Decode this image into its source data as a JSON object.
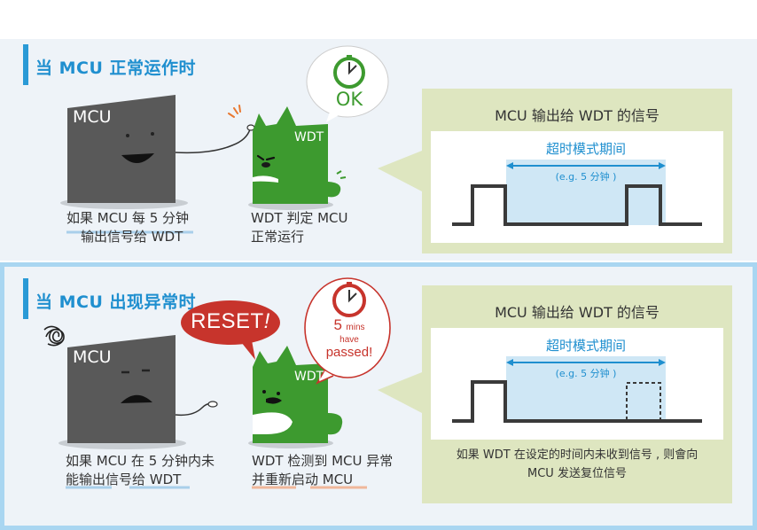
{
  "normal": {
    "title": "当 MCU 正常运作时",
    "mcu_label": "MCU",
    "wdt_label": "WDT",
    "bubble_text": "OK",
    "mcu_caption_line1": "如果 MCU 每 5 分钟",
    "mcu_caption_line2": "输出信号给 WDT",
    "wdt_caption_line1": "WDT 判定 MCU",
    "wdt_caption_line2": "正常运行",
    "signal_title": "MCU 输出给 WDT 的信号",
    "period_label": "超时模式期间",
    "period_example": "(e.g. 5 分钟 )"
  },
  "abnormal": {
    "title": "当 MCU 出现异常时",
    "mcu_label": "MCU",
    "wdt_label": "WDT",
    "reset_text": "RESET",
    "bubble_line1": "5",
    "bubble_line1_unit": "mins",
    "bubble_line2": "have",
    "bubble_line3": "passed!",
    "mcu_caption_line1": "如果 MCU 在 5 分钟内未",
    "mcu_caption_line2": "能输出信号给 WDT",
    "wdt_caption_line1": "WDT 检测到 MCU 异常",
    "wdt_caption_line2": "并重新启动 MCU",
    "signal_title": "MCU 输出给 WDT 的信号",
    "period_label": "超时模式期间",
    "period_example": "(e.g. 5 分钟 )",
    "note_line1": "如果 WDT 在设定的时间内未收到信号 , 则會向",
    "note_line2": "MCU 发送复位信号"
  },
  "colors": {
    "accent_blue": "#2a9ad6",
    "mcu_gray": "#595959",
    "wdt_green": "#3d9a2f",
    "reset_red": "#c7342c",
    "signal_box": "#dee6c0",
    "period_fill": "#cfe7f5"
  },
  "icons": [
    "clock-icon",
    "scribble-icon"
  ]
}
